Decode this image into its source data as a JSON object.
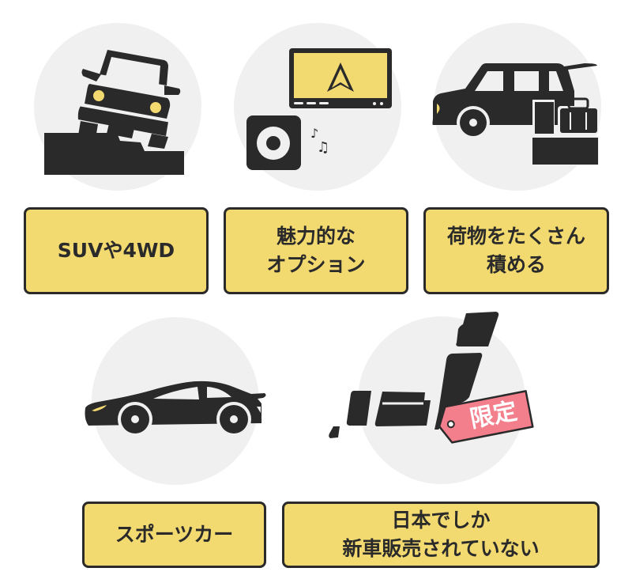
{
  "colors": {
    "circle_bg": "#f0f0f0",
    "box_fill": "#f2d970",
    "box_border": "#2a2a2a",
    "icon_dark": "#2a2a2a",
    "accent_yellow": "#f2d970",
    "tag_pink": "#f47f8c"
  },
  "items": [
    {
      "icon": "offroad-car-icon",
      "lines": [
        "SUVや4WD"
      ]
    },
    {
      "icon": "car-navigation-audio-icon",
      "lines": [
        "魅力的な",
        "オプション"
      ]
    },
    {
      "icon": "wagon-luggage-icon",
      "lines": [
        "荷物をたくさん",
        "積める"
      ]
    },
    {
      "icon": "sports-car-icon",
      "lines": [
        "スポーツカー"
      ]
    },
    {
      "icon": "japan-map-limited-tag-icon",
      "lines": [
        "日本でしか",
        "新車販売されていない"
      ]
    }
  ],
  "tag": {
    "label": "限定"
  }
}
